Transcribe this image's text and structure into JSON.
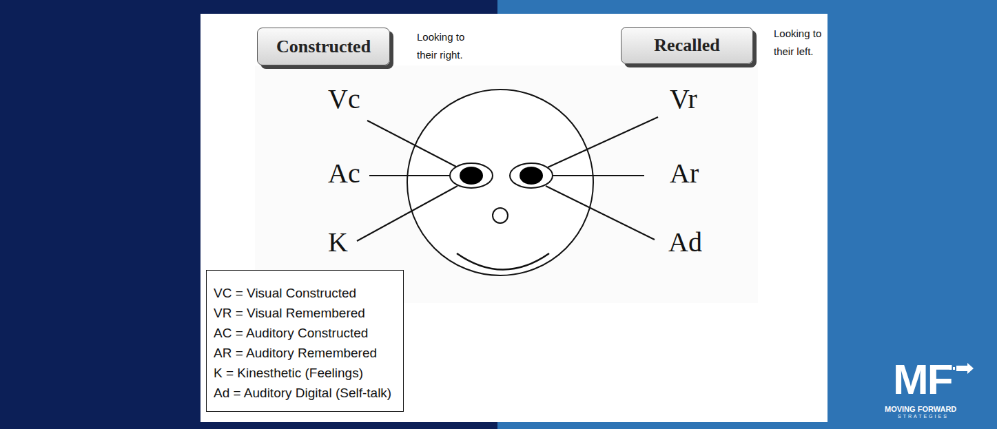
{
  "diagram": {
    "nodes": [
      {
        "text": [
          "Constructed"
        ]
      },
      {
        "text": [
          "Recalled"
        ]
      }
    ],
    "labels": [
      "Looking to their right.",
      "Looking to their left.",
      "Vc",
      "Ac",
      "K",
      "Vr",
      "Ar",
      "Ad",
      "MF",
      "MOVING FORWARD",
      "STRATEGIES"
    ],
    "legend": [
      {
        "text": "VC = Visual Constructed"
      },
      {
        "text": "VR = Visual Remembered"
      },
      {
        "text": "AC = Auditory Constructed"
      },
      {
        "text": "AR = Auditory Remembered"
      },
      {
        "text": "K = Kinesthetic (Feelings)"
      },
      {
        "text": "Ad = Auditory Digital (Self-talk)"
      }
    ]
  }
}
